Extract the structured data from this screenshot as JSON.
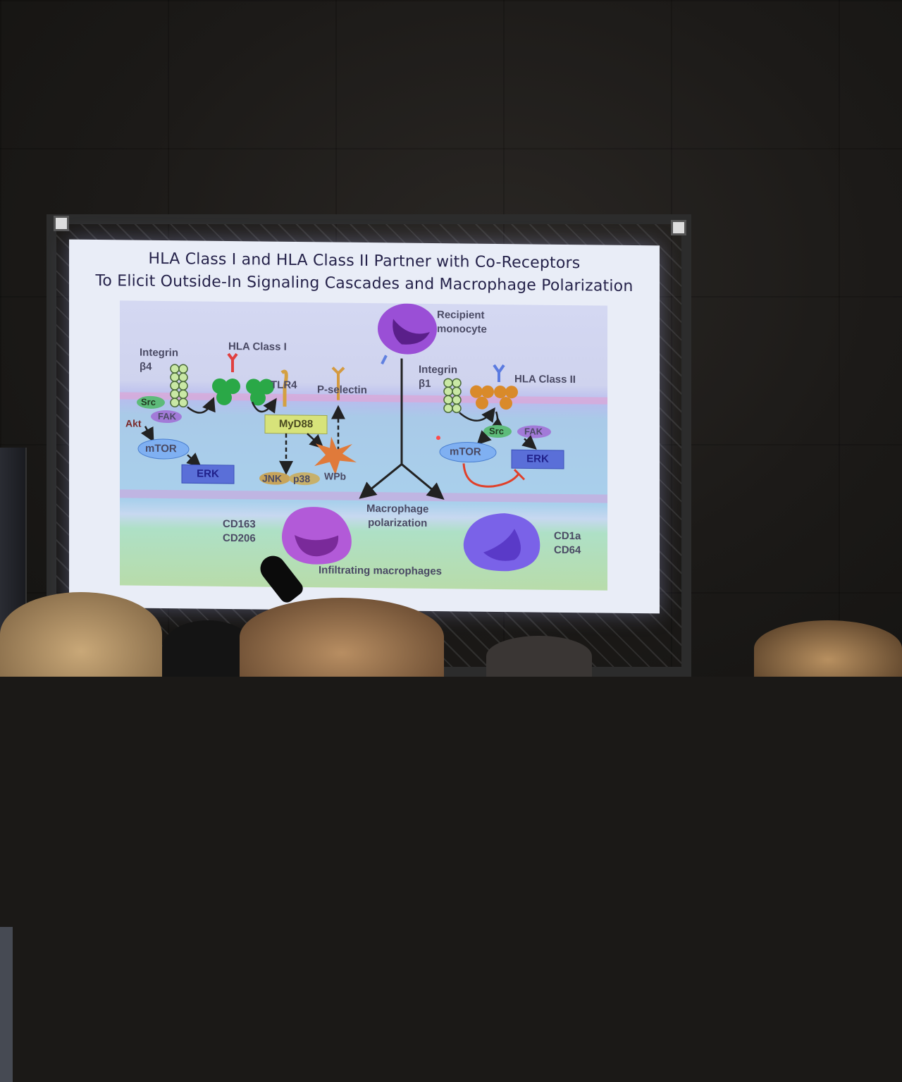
{
  "slide": {
    "title_line1": "HLA Class I and HLA Class II Partner with Co-Receptors",
    "title_line2": "To Elicit Outside-In Signaling Cascades and Macrophage Polarization"
  },
  "diagram": {
    "recipient": [
      "Recipient",
      "monocyte"
    ],
    "integrin_b4": [
      "Integrin",
      "β4"
    ],
    "integrin_b1": [
      "Integrin",
      "β1"
    ],
    "hla_class_1": "HLA Class I",
    "hla_class_2": "HLA Class II",
    "tlr4": "TLR4",
    "p_selectin": "P-selectin",
    "src": "Src",
    "fak": "FAK",
    "akt": "Akt",
    "mtor": "mTOR",
    "erk": "ERK",
    "myd88": "MyD88",
    "jnk": "JNK",
    "p38": "p38",
    "wpb": "WPb",
    "macrophage_polarization": [
      "Macrophage",
      "polarization"
    ],
    "infiltrating": "Infiltrating macrophages",
    "markers_left": [
      "CD163",
      "CD206"
    ],
    "markers_right": [
      "CD1a",
      "CD64"
    ]
  },
  "colors": {
    "title": "#25224a",
    "label": "#4a4a64",
    "monocyte": "#8a3dc9",
    "receptor_green": "#2aa847",
    "receptor_orange": "#d98a2a",
    "myd88_box": "#d7e37a",
    "erk_box": "#5a6fd8",
    "mtor_oval": "#7fb0f2",
    "wpb_star": "#e07a3a"
  }
}
